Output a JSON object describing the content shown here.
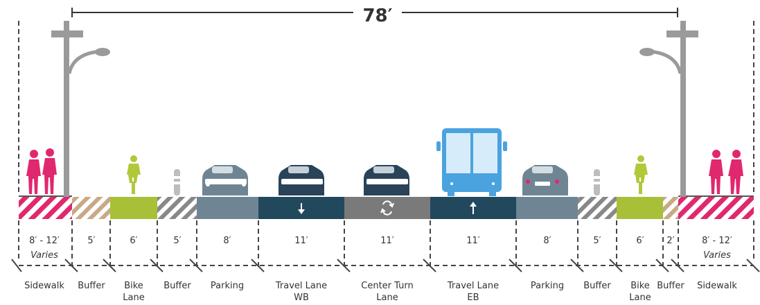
{
  "total_width": "78′",
  "colors": {
    "sidewalk_stripe": "#e0286f",
    "buffer_tan": "#c9a985",
    "buffer_grey": "#888888",
    "bike_lane": "#a8c038",
    "parking": "#6f8594",
    "travel_lane": "#22485e",
    "center_turn": "#7a7a7a",
    "pedestrian": "#e0286f",
    "cyclist": "#b0c83a",
    "car_dark": "#2a4358",
    "car_light": "#6f8594",
    "bus": "#4aa3df",
    "pole": "#9a9a9a",
    "text": "#333333"
  },
  "segments": [
    {
      "width": "8′ - 12′",
      "sub": "Varies",
      "label1": "Sidewalk",
      "label2": ""
    },
    {
      "width": "5′",
      "sub": "",
      "label1": "Buffer",
      "label2": ""
    },
    {
      "width": "6′",
      "sub": "",
      "label1": "Bike",
      "label2": "Lane"
    },
    {
      "width": "5′",
      "sub": "",
      "label1": "Buffer",
      "label2": ""
    },
    {
      "width": "8′",
      "sub": "",
      "label1": "Parking",
      "label2": ""
    },
    {
      "width": "11′",
      "sub": "",
      "label1": "Travel Lane",
      "label2": "WB"
    },
    {
      "width": "11′",
      "sub": "",
      "label1": "Center Turn",
      "label2": "Lane"
    },
    {
      "width": "11′",
      "sub": "",
      "label1": "Travel Lane",
      "label2": "EB"
    },
    {
      "width": "8′",
      "sub": "",
      "label1": "Parking",
      "label2": ""
    },
    {
      "width": "5′",
      "sub": "",
      "label1": "Buffer",
      "label2": ""
    },
    {
      "width": "6′",
      "sub": "",
      "label1": "Bike",
      "label2": "Lane"
    },
    {
      "width": "2′",
      "sub": "",
      "label1": "Buffer",
      "label2": ""
    },
    {
      "width": "8′ - 12′",
      "sub": "Varies",
      "label1": "Sidewalk",
      "label2": ""
    }
  ]
}
